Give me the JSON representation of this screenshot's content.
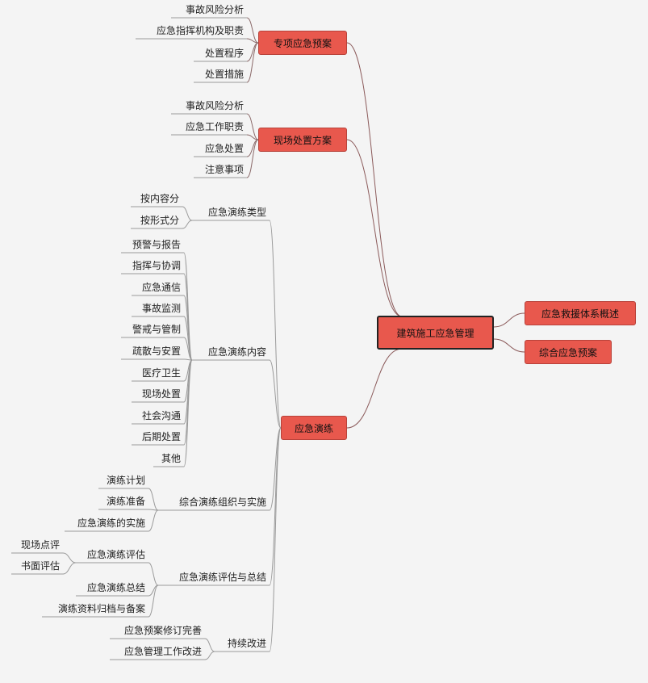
{
  "root": "建筑施工应急管理",
  "right_nodes": [
    "应急救援体系概述",
    "综合应急预案"
  ],
  "special_plan": {
    "title": "专项应急预案",
    "items": [
      "事故风险分析",
      "应急指挥机构及职责",
      "处置程序",
      "处置措施"
    ]
  },
  "onsite_plan": {
    "title": "现场处置方案",
    "items": [
      "事故风险分析",
      "应急工作职责",
      "应急处置",
      "注意事项"
    ]
  },
  "drill": {
    "title": "应急演练",
    "types": {
      "label": "应急演练类型",
      "items": [
        "按内容分",
        "按形式分"
      ]
    },
    "content": {
      "label": "应急演练内容",
      "items": [
        "预警与报告",
        "指挥与协调",
        "应急通信",
        "事故监测",
        "警戒与管制",
        "疏散与安置",
        "医疗卫生",
        "现场处置",
        "社会沟通",
        "后期处置",
        "其他"
      ]
    },
    "organize": {
      "label": "综合演练组织与实施",
      "items": [
        "演练计划",
        "演练准备",
        "应急演练的实施"
      ]
    },
    "evaluate": {
      "label": "应急演练评估与总结",
      "eval_label": "应急演练评估",
      "eval_items": [
        "现场点评",
        "书面评估"
      ],
      "items_after": [
        "应急演练总结",
        "演练资料归档与备案"
      ]
    },
    "improve": {
      "label": "持续改进",
      "items": [
        "应急预案修订完善",
        "应急管理工作改进"
      ]
    }
  },
  "colors": {
    "node_fill": "#e8584d",
    "node_border": "#b8423a",
    "link": "#8b5a5a",
    "leaf_line": "#9a9a9a"
  }
}
